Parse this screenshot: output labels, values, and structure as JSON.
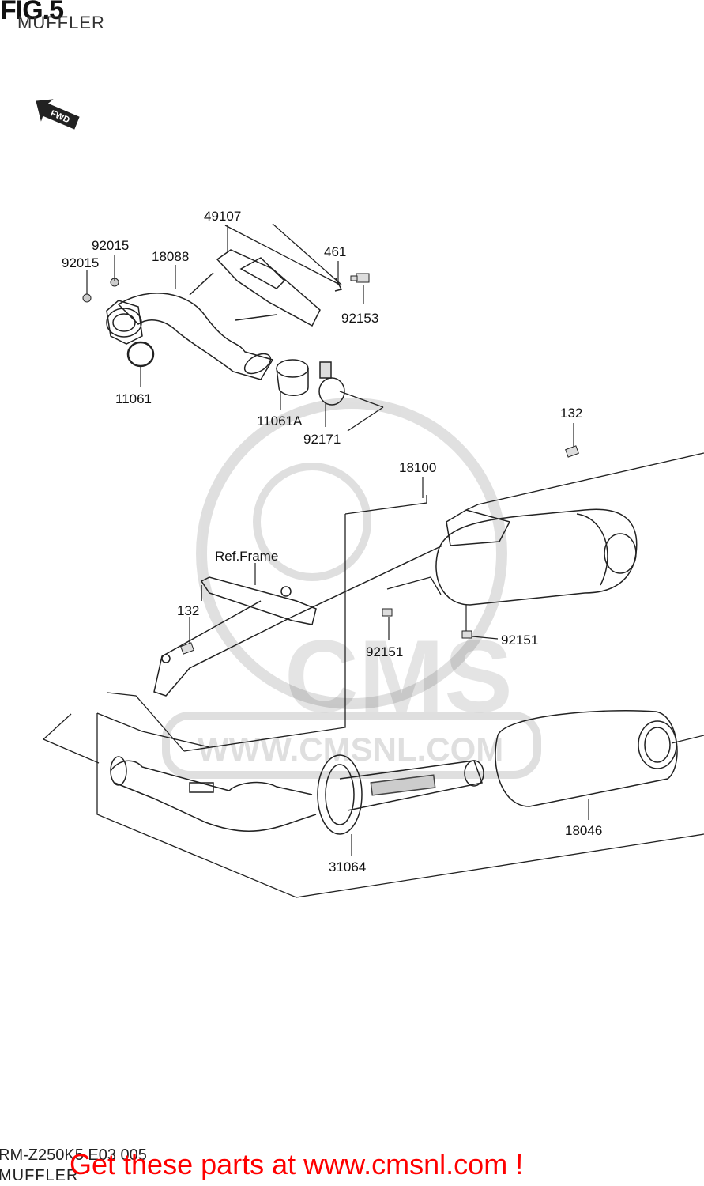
{
  "figure": {
    "title": "FIG.5",
    "subtitle": "MUFFLER"
  },
  "fwd_label": "FWD",
  "ref_frame_label": "Ref.Frame",
  "parts": [
    {
      "id": "p49107",
      "number": "49107"
    },
    {
      "id": "p461",
      "number": "461"
    },
    {
      "id": "p92015a",
      "number": "92015"
    },
    {
      "id": "p92015b",
      "number": "92015"
    },
    {
      "id": "p18088",
      "number": "18088"
    },
    {
      "id": "p92153",
      "number": "92153"
    },
    {
      "id": "p11061",
      "number": "11061"
    },
    {
      "id": "p11061A",
      "number": "11061A"
    },
    {
      "id": "p92171",
      "number": "92171"
    },
    {
      "id": "p132a",
      "number": "132"
    },
    {
      "id": "p18100",
      "number": "18100"
    },
    {
      "id": "p132b",
      "number": "132"
    },
    {
      "id": "p92151a",
      "number": "92151"
    },
    {
      "id": "p92151b",
      "number": "92151"
    },
    {
      "id": "p18046",
      "number": "18046"
    },
    {
      "id": "p31064",
      "number": "31064"
    }
  ],
  "watermark": {
    "brand": "CMS",
    "url": "WWW.CMSNL.COM"
  },
  "footer": {
    "code": "RM-Z250K5 E03 005",
    "subtitle": "MUFFLER"
  },
  "cta": "Get these parts at www.cmsnl.com !"
}
